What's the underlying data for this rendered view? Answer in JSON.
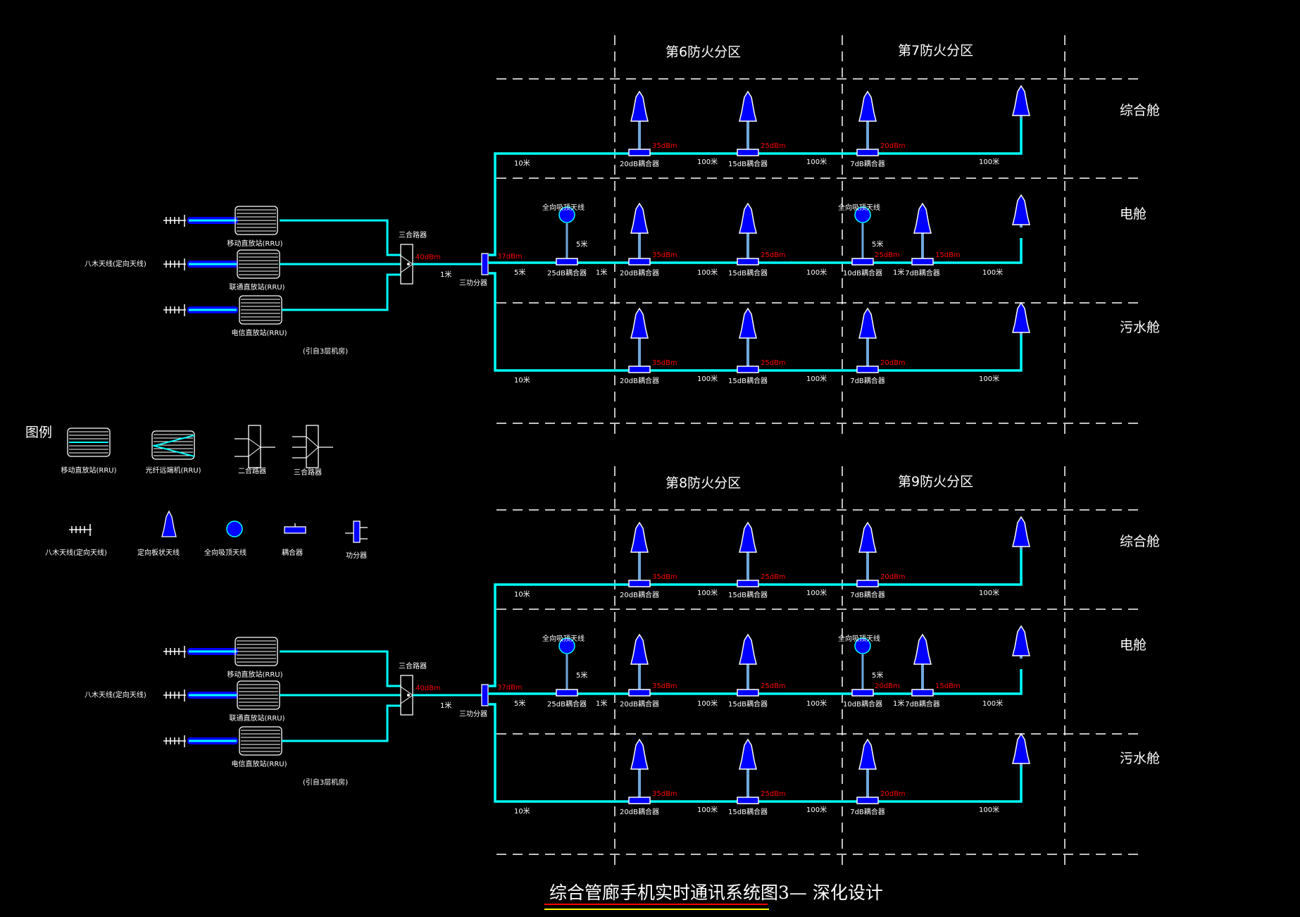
{
  "title": "综合管廊手机实时通讯系统图3— 深化设计",
  "colors": {
    "background": "#000000",
    "trunk": "#00ffff",
    "device": "#0000ff",
    "branch": "#6fa8dc",
    "power": "#ff0000",
    "line": "#ffffff",
    "underline_red": "#ff0000",
    "underline_yellow": "#ffff00"
  },
  "legend": {
    "heading": "图例",
    "items": [
      {
        "icon": "repeater-icon",
        "label": "移动直放站(RRU)"
      },
      {
        "icon": "fiber-remote-icon",
        "label": "光纤远端机(RRU)"
      },
      {
        "icon": "two-way-combiner-icon",
        "label": "二合路器"
      },
      {
        "icon": "three-way-combiner-icon",
        "label": "三合路器"
      },
      {
        "icon": "yagi-antenna-icon",
        "label": "八木天线(定向天线)"
      },
      {
        "icon": "directional-antenna-icon",
        "label": "定向板状天线"
      },
      {
        "icon": "omni-antenna-icon",
        "label": "全向吸顶天线"
      },
      {
        "icon": "coupler-icon",
        "label": "耦合器"
      },
      {
        "icon": "splitter-icon",
        "label": "功分器"
      }
    ]
  },
  "sections": [
    {
      "zones": [
        "第6防火分区",
        "第7防火分区"
      ],
      "source_label": "八木天线(定向天线)",
      "rru": [
        "移动直放站(RRU)",
        "联通直放站(RRU)",
        "电信直放站(RRU)"
      ],
      "rru_note": "(引自3层机房)",
      "combiner": {
        "label": "三合路器",
        "power": "40dBm"
      },
      "splitter": {
        "label": "三功分器",
        "power": "37dBm"
      },
      "combiner_cable": "1米",
      "cabins": [
        {
          "name": "综合舱",
          "start_cable": "10米",
          "couplers": [
            {
              "label": "20dB耦合器",
              "power": "35dBm"
            },
            {
              "label": "15dB耦合器",
              "power": "25dBm"
            },
            {
              "label": "7dB耦合器",
              "power": "20dBm"
            }
          ],
          "cables": [
            "100米",
            "100米",
            "100米"
          ]
        },
        {
          "name": "电舱",
          "start_cable": "5米",
          "omni": [
            {
              "label": "全向吸顶天线",
              "coupler": "25dB耦合器",
              "cable": "5米"
            },
            {
              "label": "全向吸顶天线",
              "coupler": "10dB耦合器",
              "cable": "5米",
              "power": "25dBm"
            }
          ],
          "couplers": [
            {
              "label": "20dB耦合器",
              "power": "35dBm"
            },
            {
              "label": "15dB耦合器",
              "power": "25dBm"
            },
            {
              "label": "7dB耦合器",
              "power": "15dBm"
            }
          ],
          "cables": [
            "1米",
            "100米",
            "100米",
            "1米",
            "100米"
          ]
        },
        {
          "name": "污水舱",
          "start_cable": "10米",
          "couplers": [
            {
              "label": "20dB耦合器",
              "power": "35dBm"
            },
            {
              "label": "15dB耦合器",
              "power": "25dBm"
            },
            {
              "label": "7dB耦合器",
              "power": "20dBm"
            }
          ],
          "cables": [
            "100米",
            "100米",
            "100米"
          ]
        }
      ]
    },
    {
      "zones": [
        "第8防火分区",
        "第9防火分区"
      ],
      "source_label": "八木天线(定向天线)",
      "rru": [
        "移动直放站(RRU)",
        "联通直放站(RRU)",
        "电信直放站(RRU)"
      ],
      "rru_note": "(引自3层机房)",
      "combiner": {
        "label": "三合路器",
        "power": "40dBm"
      },
      "splitter": {
        "label": "三功分器",
        "power": "37dBm"
      },
      "combiner_cable": "1米",
      "cabins": [
        {
          "name": "综合舱",
          "start_cable": "10米",
          "couplers": [
            {
              "label": "20dB耦合器",
              "power": "35dBm"
            },
            {
              "label": "15dB耦合器",
              "power": "25dBm"
            },
            {
              "label": "7dB耦合器",
              "power": "20dBm"
            }
          ],
          "cables": [
            "100米",
            "100米",
            "100米"
          ]
        },
        {
          "name": "电舱",
          "start_cable": "5米",
          "omni": [
            {
              "label": "全向吸顶天线",
              "coupler": "25dB耦合器",
              "cable": "5米"
            },
            {
              "label": "全向吸顶天线",
              "coupler": "10dB耦合器",
              "cable": "5米",
              "power": "20dBm"
            }
          ],
          "couplers": [
            {
              "label": "20dB耦合器",
              "power": "35dBm"
            },
            {
              "label": "15dB耦合器",
              "power": "25dBm"
            },
            {
              "label": "7dB耦合器",
              "power": "15dBm"
            }
          ],
          "cables": [
            "1米",
            "100米",
            "100米",
            "1米",
            "100米"
          ]
        },
        {
          "name": "污水舱",
          "start_cable": "10米",
          "couplers": [
            {
              "label": "20dB耦合器",
              "power": "35dBm"
            },
            {
              "label": "15dB耦合器",
              "power": "25dBm"
            },
            {
              "label": "7dB耦合器",
              "power": "20dBm"
            }
          ],
          "cables": [
            "100米",
            "100米",
            "100米"
          ]
        }
      ]
    }
  ]
}
